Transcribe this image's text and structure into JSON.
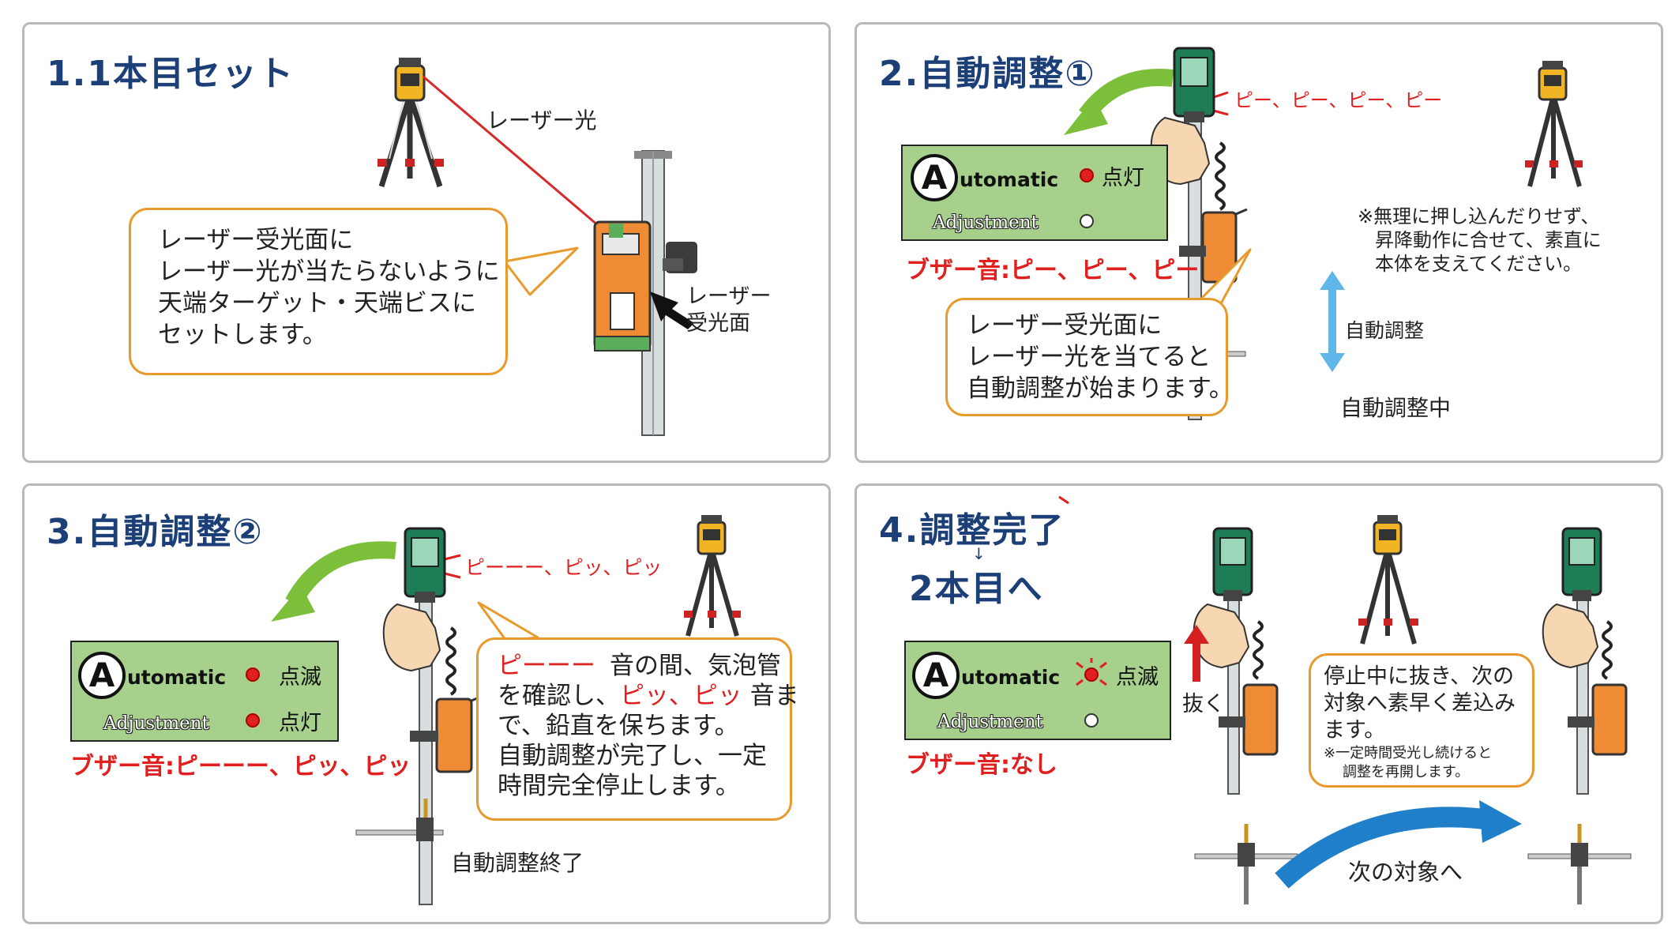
{
  "panel1": {
    "title": "1.1本目セット",
    "laser_label": "レーザー光",
    "sensor_label_1": "レーザー",
    "sensor_label_2": "受光面",
    "bubble": [
      "レーザー受光面に",
      "レーザー光が当たらないように",
      "天端ターゲット・天端ビスに",
      "セットします。"
    ]
  },
  "panel2": {
    "title": "2.自動調整①",
    "beep": "ピー、ピー、ピー、ピー",
    "auto_word": "utomatic",
    "adj_word": "Adjustment",
    "lamp_top": "点灯",
    "buzzer": "ブザー音:ピー、ピー、ピー",
    "note": [
      "※無理に押し込んだりせず、",
      "昇降動作に合せて、素直に",
      "本体を支えてください。"
    ],
    "arrow_label": "自動調整",
    "bubble": [
      "レーザー受光面に",
      "レーザー光を当てると",
      "自動調整が始まります。"
    ],
    "status": "自動調整中"
  },
  "panel3": {
    "title": "3.自動調整②",
    "beep": "ピーーー、ピッ、ピッ",
    "auto_word": "utomatic",
    "adj_word": "Adjustment",
    "lamp_top": "点滅",
    "lamp_bottom": "点灯",
    "buzzer": "ブザー音:ピーーー、ピッ、ピッ",
    "bubble_l1_red": "ピーーー",
    "bubble_l1_rest": "音の間、気泡管",
    "bubble_l2_a": "を確認し、",
    "bubble_l2_red": "ピッ、ピッ",
    "bubble_l2_b": "音ま",
    "bubble_l3": "で、鉛直を保ちます。",
    "bubble_l4": "自動調整が完了し、一定",
    "bubble_l5": "時間完全停止します。",
    "status": "自動調整終了"
  },
  "panel4": {
    "title_1": "4.調整完了",
    "title_2": "2本目へ",
    "auto_word": "utomatic",
    "adj_word": "Adjustment",
    "lamp_top": "点滅",
    "buzzer": "ブザー音:なし",
    "pull_label": "抜く",
    "bubble": [
      "停止中に抜き、次の",
      "対象へ素早く差込み",
      "ます。"
    ],
    "bubble_note": [
      "※一定時間受光し続けると",
      "調整を再開します。"
    ],
    "next_label": "次の対象へ"
  },
  "big_letter": "A",
  "colors": {
    "title": "#1c3f78",
    "accent_red": "#e01f1f",
    "bubble_border": "#e89a2c",
    "panel_green": "#a7d08c",
    "arrow_green": "#7cbf3a",
    "arrow_blue": "#1f7fc8",
    "device_orange": "#f0782a"
  }
}
